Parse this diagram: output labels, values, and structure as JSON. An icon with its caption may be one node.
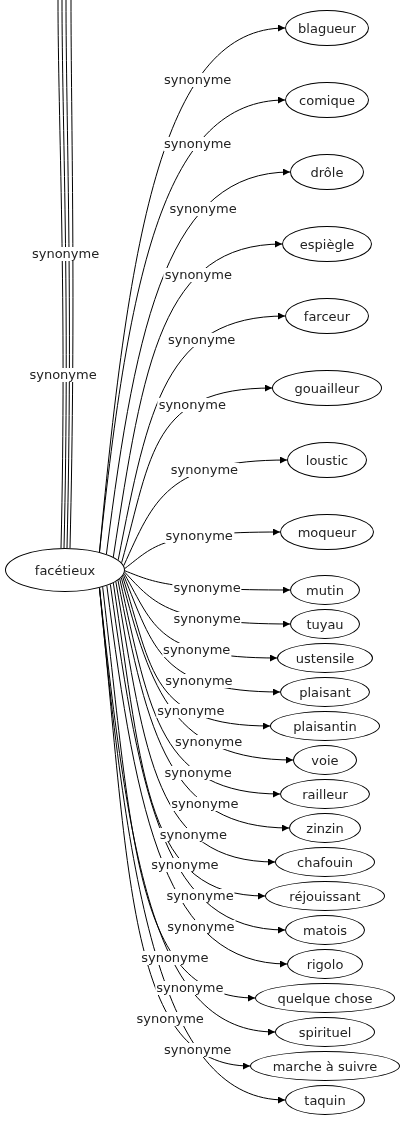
{
  "diagram": {
    "nodes": [
      {
        "text": [
          "facétieux"
        ]
      },
      {
        "text": [
          "blagueur"
        ]
      },
      {
        "text": [
          "comique"
        ]
      },
      {
        "text": [
          "drôle"
        ]
      },
      {
        "text": [
          "espiègle"
        ]
      },
      {
        "text": [
          "farceur"
        ]
      },
      {
        "text": [
          "gouailleur"
        ]
      },
      {
        "text": [
          "loustic"
        ]
      },
      {
        "text": [
          "moqueur"
        ]
      },
      {
        "text": [
          "mutin"
        ]
      },
      {
        "text": [
          "tuyau"
        ]
      },
      {
        "text": [
          "ustensile"
        ]
      },
      {
        "text": [
          "plaisant"
        ]
      },
      {
        "text": [
          "plaisantin"
        ]
      },
      {
        "text": [
          "voie"
        ]
      },
      {
        "text": [
          "railleur"
        ]
      },
      {
        "text": [
          "zinzin"
        ]
      },
      {
        "text": [
          "chafouin"
        ]
      },
      {
        "text": [
          "réjouissant"
        ]
      },
      {
        "text": [
          "matois"
        ]
      },
      {
        "text": [
          "rigolo"
        ]
      },
      {
        "text": [
          "quelque chose"
        ]
      },
      {
        "text": [
          "spirituel"
        ]
      },
      {
        "text": [
          "marche à suivre"
        ]
      },
      {
        "text": [
          "taquin"
        ]
      }
    ],
    "edges": [
      {
        "from": 0,
        "to": null,
        "arrow": "none",
        "label": "synonyme"
      },
      {
        "from": 0,
        "to": null,
        "arrow": "none",
        "label": "synonyme"
      },
      {
        "from": 0,
        "to": null,
        "arrow": "none"
      },
      {
        "from": 0,
        "to": null,
        "arrow": "none"
      },
      {
        "from": 0,
        "to": 1,
        "arrow": "to",
        "label": "synonyme"
      },
      {
        "from": 0,
        "to": 2,
        "arrow": "to",
        "label": "synonyme"
      },
      {
        "from": 0,
        "to": 3,
        "arrow": "to",
        "label": "synonyme"
      },
      {
        "from": 0,
        "to": 4,
        "arrow": "to",
        "label": "synonyme"
      },
      {
        "from": 0,
        "to": 5,
        "arrow": "to",
        "label": "synonyme"
      },
      {
        "from": 0,
        "to": 6,
        "arrow": "to",
        "label": "synonyme"
      },
      {
        "from": 0,
        "to": 7,
        "arrow": "to",
        "label": "synonyme"
      },
      {
        "from": 0,
        "to": 8,
        "arrow": "to",
        "label": "synonyme"
      },
      {
        "from": 0,
        "to": 9,
        "arrow": "to",
        "label": "synonyme"
      },
      {
        "from": 0,
        "to": 10,
        "arrow": "to",
        "label": "synonyme"
      },
      {
        "from": 0,
        "to": 11,
        "arrow": "to",
        "label": "synonyme"
      },
      {
        "from": 0,
        "to": 12,
        "arrow": "to",
        "label": "synonyme"
      },
      {
        "from": 0,
        "to": 13,
        "arrow": "to",
        "label": "synonyme"
      },
      {
        "from": 0,
        "to": 14,
        "arrow": "to",
        "label": "synonyme"
      },
      {
        "from": 0,
        "to": 15,
        "arrow": "to",
        "label": "synonyme"
      },
      {
        "from": 0,
        "to": 16,
        "arrow": "to",
        "label": "synonyme"
      },
      {
        "from": 0,
        "to": 17,
        "arrow": "to",
        "label": "synonyme"
      },
      {
        "from": 0,
        "to": 18,
        "arrow": "to",
        "label": "synonyme"
      },
      {
        "from": 0,
        "to": 19,
        "arrow": "to",
        "label": "synonyme"
      },
      {
        "from": 0,
        "to": 20,
        "arrow": "to",
        "label": "synonyme"
      },
      {
        "from": 0,
        "to": 21,
        "arrow": "to",
        "label": "synonyme"
      },
      {
        "from": 0,
        "to": 22,
        "arrow": "to",
        "label": "synonyme"
      },
      {
        "from": 0,
        "to": 23,
        "arrow": "to",
        "label": "synonyme"
      },
      {
        "from": 0,
        "to": 24,
        "arrow": "to",
        "label": "synonyme"
      }
    ]
  }
}
